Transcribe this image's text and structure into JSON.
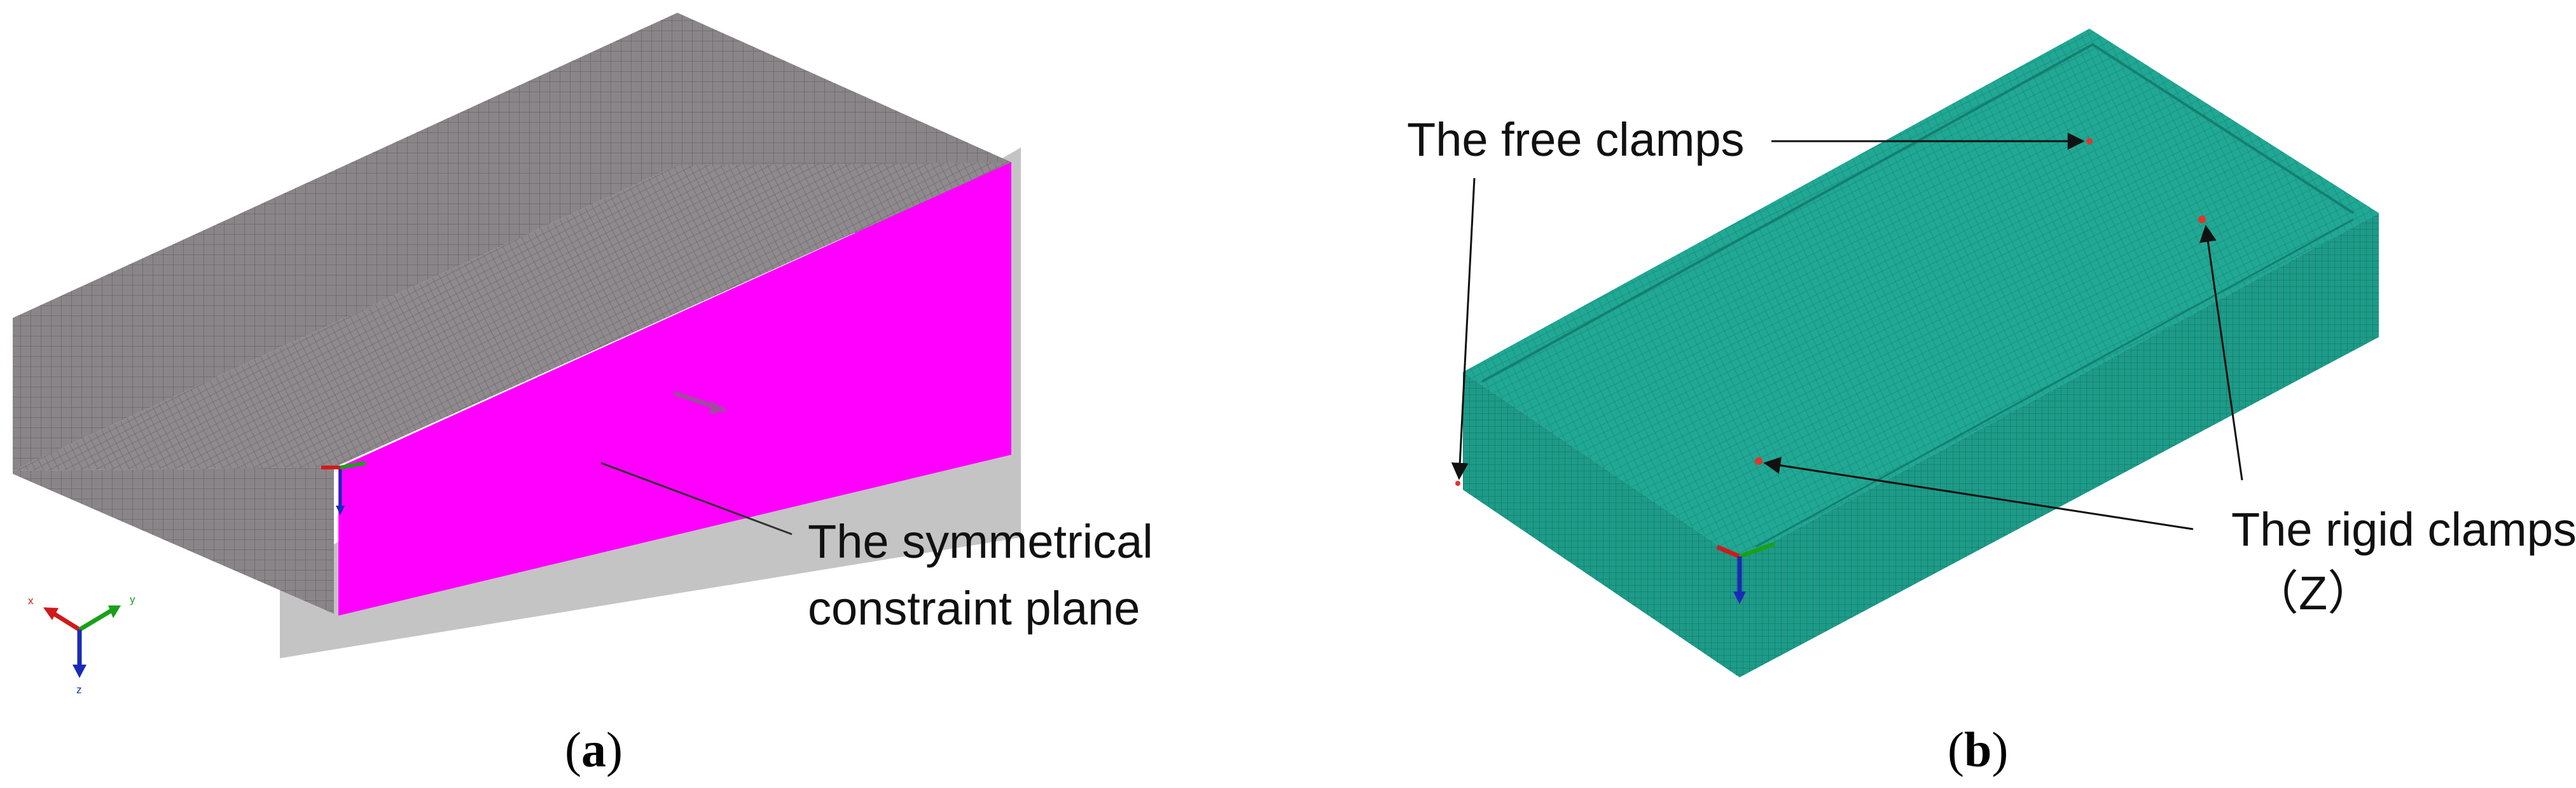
{
  "panel_a": {
    "caption_open": "(",
    "caption_letter": "a",
    "caption_close": ")",
    "annotation_line1": "The symmetrical",
    "annotation_line2": "constraint plane",
    "triad_labels": {
      "x": "x",
      "y": "y",
      "z": "z"
    }
  },
  "panel_b": {
    "caption_open": "(",
    "caption_letter": "b",
    "caption_close": ")",
    "free_clamps_label": "The free clamps",
    "rigid_clamps_line1": "The rigid clamps",
    "rigid_clamps_line2": "（Z）"
  },
  "colors": {
    "mesh_a": "#8f8a8d",
    "mesh_a_dark": "#6e6a6d",
    "symmetry_plane": "#ff00ff",
    "backing_plane": "#c4c4c4",
    "mesh_b": "#20a894",
    "mesh_b_dark": "#157f70",
    "clamp_marker": "#e0362c",
    "axis_x": "#d01a1a",
    "axis_y": "#1aa01a",
    "axis_z": "#1a2ab8"
  },
  "icons": [
    "coordinate-triad-icon",
    "arrow-icon",
    "clamp-marker-icon"
  ]
}
